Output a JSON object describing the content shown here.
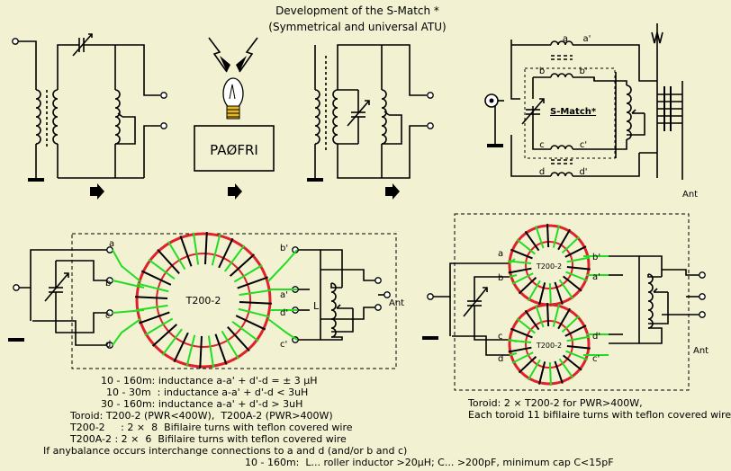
{
  "title": "Development of the S-Match *",
  "subtitle": "(Symmetrical and universal ATU)",
  "box_label": "PAØFRI",
  "smatch_label": "S-Match*",
  "ant_label": "Ant",
  "toroid_label": "T200-2",
  "l_label": "L",
  "terminals": {
    "a": "a",
    "a2": "a'",
    "b": "b",
    "b2": "b'",
    "c": "c",
    "c2": "c'",
    "d": "d",
    "d2": "d'"
  },
  "notes_left": [
    "10 - 160m: inductance a-a' + d'-d = ± 3 µH",
    "10 - 30m  : inductance a-a' + d'-d < 3uH",
    "30 - 160m: inductance a-a' + d'-d > 3uH",
    "Toroid: T200-2 (PWR<400W),  T200A-2 (PWR>400W)",
    "T200-2     : 2 ×  8  Bifilaire turns with teflon covered wire",
    "T200A-2 : 2 ×  6  Bifilaire turns with teflon covered wire",
    "If anybalance occurs interchange connections to a and d (and/or b and c)",
    "10 - 160m:  L... roller inductor >20µH; C... >200pF, minimum cap C<15pF"
  ],
  "notes_right": [
    "Toroid: 2 × T200-2 for PWR>400W,",
    "Each toroid 11 bifilaire turns with teflon covered wire"
  ],
  "colors": {
    "background": "#f2f2d2",
    "toroid_ring": "#e0202a",
    "winding_green": "#22dd22",
    "wire": "#000000"
  },
  "icons": [
    "arrow-right-icon",
    "lightbulb-icon",
    "antenna-icon",
    "coax-connector-icon",
    "ground-icon"
  ]
}
